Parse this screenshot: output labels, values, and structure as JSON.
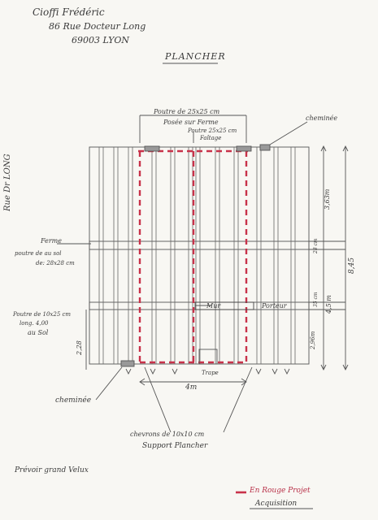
{
  "header": {
    "name": "Cioffi Frédéric",
    "street": "86 Rue Docteur Long",
    "city": "69003 LYON"
  },
  "title": "PLANCHER",
  "side_street": "Rue Dr LONG",
  "labels": {
    "poutre_top_1": "Poutre de 25x25 cm",
    "poutre_top_2": "Posée sur Ferme",
    "faitage_1": "Poutre 25x25 cm",
    "faitage_2": "Faîtage",
    "cheminee_top": "cheminée",
    "ferme": "Ferme",
    "poutre_sol_1": "poutre de au sol",
    "poutre_sol_2": "de: 28x28 cm",
    "poutre_left_1": "Poutre de 10x25 cm",
    "poutre_left_2": "long. 4,00",
    "poutre_left_3": "au Sol",
    "mur_porteur_1": "Mur",
    "mur_porteur_2": "Porteur",
    "trappe": "Trape",
    "cheminee_bottom": "cheminée",
    "chevrons_1": "chevrons de 10x10 cm",
    "chevrons_2": "Support Plancher",
    "velux": "Prévoir grand Velux",
    "legend_1": "En Rouge Projet",
    "legend_2": "Acquisition"
  },
  "dimensions": {
    "d_363": "3,63m",
    "d_28": "28 cm",
    "d_845": "8,45",
    "d_35": "35 cm",
    "d_45": "4,5 m",
    "d_296": "2,96m",
    "d_228": "2,28",
    "d_4m": "4m"
  },
  "colors": {
    "pencil": "#4a4a4a",
    "red_project": "#c8324a",
    "paper": "#f8f7f3"
  }
}
